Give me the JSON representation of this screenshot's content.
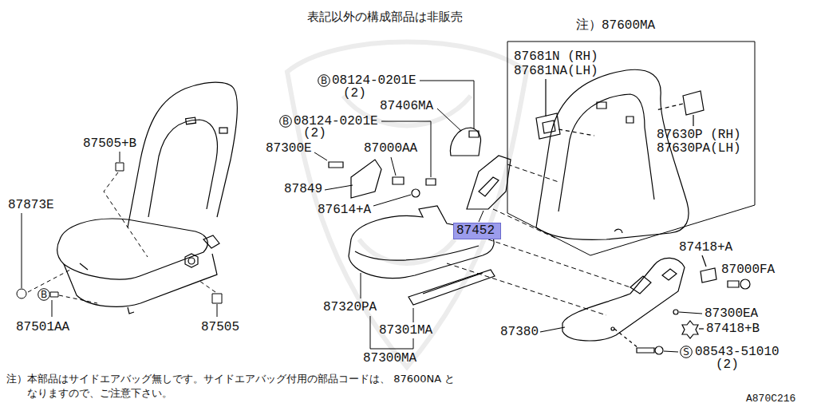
{
  "diagram": {
    "title": "表記以外の構成部品は非販売",
    "nodes": [
      {
        "text": [
          "注）87600MA"
        ]
      },
      {
        "text": [
          "B"
        ]
      },
      {
        "text": [
          "B"
        ]
      },
      {
        "text": [
          "87452"
        ]
      },
      {
        "text": [
          "B"
        ]
      },
      {
        "text": [
          "S"
        ]
      }
    ],
    "labels": [
      "87505+B",
      "87873E",
      "87501AA",
      "87505",
      "08124-0201E",
      "(2)",
      "87406MA",
      "08124-0201E",
      "(2)",
      "87300E",
      "87000AA",
      "87849",
      "87614+A",
      "87681N (RH)",
      "87681NA(LH)",
      "87630P (RH)",
      "87630PA(LH)",
      "87418+A",
      "87000FA",
      "87320PA",
      "87300EA",
      "87418+B",
      "87301MA",
      "87380",
      "87300MA",
      "08543-51010",
      "(2)",
      "注）本部品はサイドエアバッグ無しです。サイドエアバッグ付用の部品コードは、 87600NA となりますので、ご注意下さい。",
      "A870C216"
    ]
  }
}
